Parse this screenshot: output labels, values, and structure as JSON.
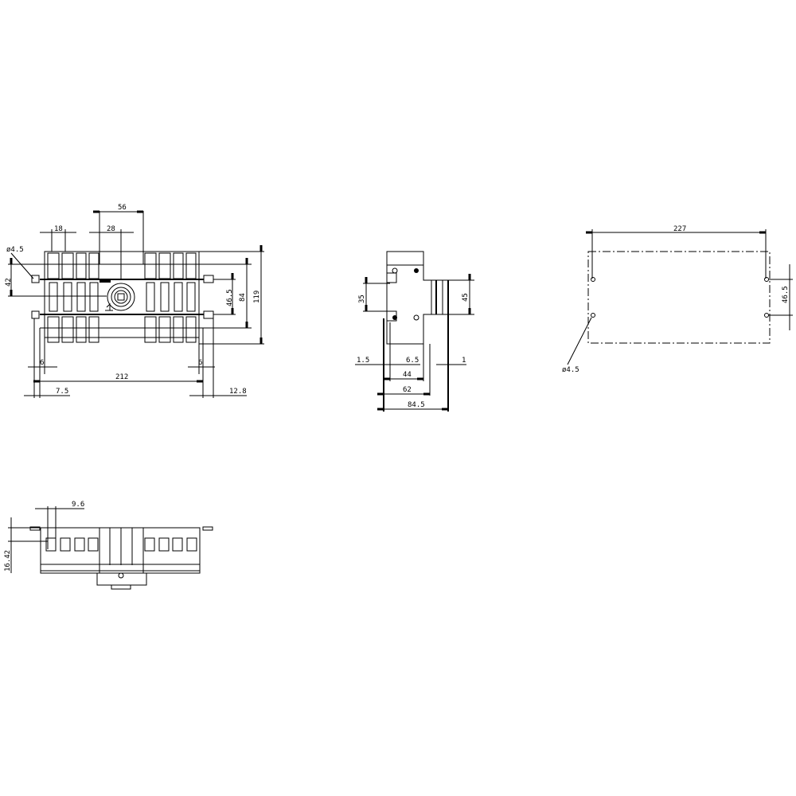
{
  "drawing": {
    "views": {
      "front": {
        "dimensions": {
          "top_overall": "56",
          "pole_pitch": "18",
          "handle_offset": "28",
          "hole_dia": "ø4.5",
          "left_vertical": "42",
          "hole_spacing_v": "46.5",
          "height_84": "84",
          "height_overall": "119",
          "left_6": "6",
          "right_6": "6",
          "width_212": "212",
          "left_7_5": "7.5",
          "right_12_8": "12.8"
        }
      },
      "side": {
        "dimensions": {
          "rail_35": "35",
          "height_45": "45",
          "d_1_5": "1.5",
          "d_6_5": "6.5",
          "d_1": "1",
          "d_44": "44",
          "d_62": "62",
          "d_84_5": "84.5"
        }
      },
      "mounting": {
        "dimensions": {
          "width_227": "227",
          "spacing_46_5": "46.5",
          "hole_dia": "ø4.5"
        }
      },
      "top": {
        "dimensions": {
          "pitch_9_6": "9.6",
          "height_16_42": "16.42"
        }
      }
    }
  }
}
